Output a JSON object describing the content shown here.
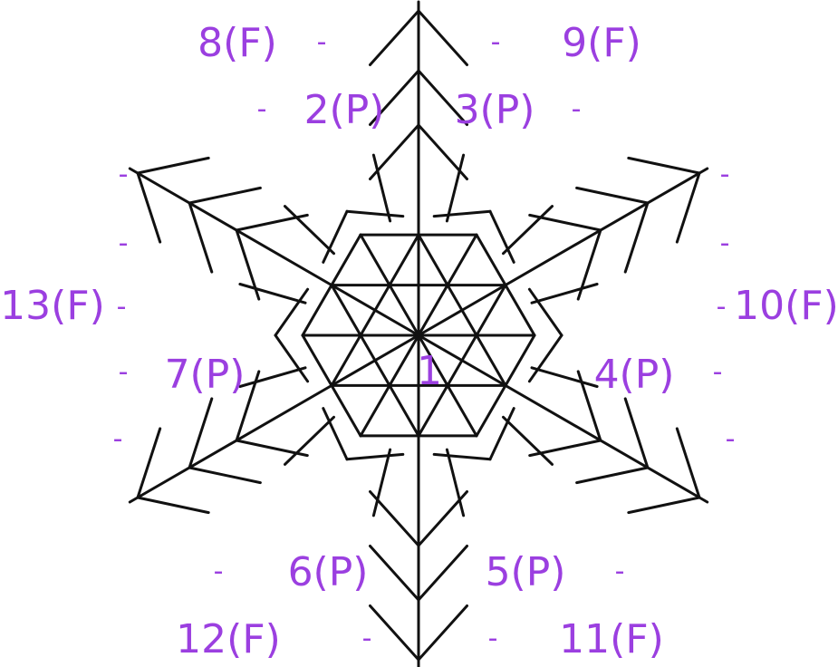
{
  "colors": {
    "stroke": "#111111",
    "label": "#9b3fe0",
    "background": "#ffffff"
  },
  "labels": {
    "l1": "1",
    "l2": "2(P)",
    "l3": "3(P)",
    "l4": "4(P)",
    "l5": "5(P)",
    "l6": "6(P)",
    "l7": "7(P)",
    "l8": "8(F)",
    "l9": "9(F)",
    "l10": "10(F)",
    "l11": "11(F)",
    "l12": "12(F)",
    "l13": "13(F)",
    "dash": "-"
  }
}
